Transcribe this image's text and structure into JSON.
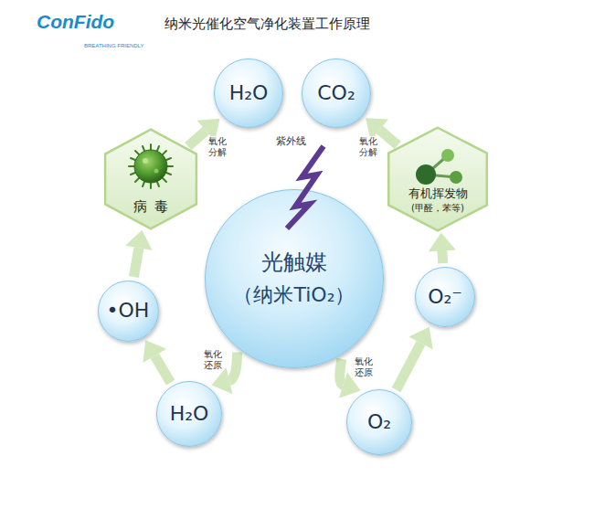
{
  "diagram": {
    "title": "纳米光催化空气净化装置工作原理",
    "nodes": [
      {
        "text": [
          "H₂O"
        ]
      },
      {
        "text": [
          "CO₂"
        ]
      },
      {
        "text": [
          "病毒"
        ]
      },
      {
        "text": [
          "有机挥发物",
          "(甲醛，苯等)"
        ]
      },
      {
        "text": [
          "光触媒",
          "（纳米TiO₂）"
        ]
      },
      {
        "text": [
          "•OH"
        ]
      },
      {
        "text": [
          "O₂⁻"
        ]
      },
      {
        "text": [
          "H₂O"
        ]
      },
      {
        "text": [
          "O₂"
        ]
      }
    ],
    "edges": [
      {
        "from": 2,
        "to": 0,
        "arrow": "to",
        "label": "氧化分解"
      },
      {
        "from": 3,
        "to": 1,
        "arrow": "to",
        "label": "氧化分解"
      },
      {
        "from": 5,
        "to": 2,
        "arrow": "to"
      },
      {
        "from": 6,
        "to": 3,
        "arrow": "to"
      },
      {
        "from": 7,
        "to": 5,
        "arrow": "to"
      },
      {
        "from": 8,
        "to": 6,
        "arrow": "to"
      },
      {
        "from": 4,
        "to": 7,
        "arrow": "to",
        "label": "氧化还原"
      },
      {
        "from": 4,
        "to": 8,
        "arrow": "to",
        "label": "氧化还原"
      }
    ],
    "labels": [
      "ConFido",
      "BREATHING FRIENDLY",
      "紫外线"
    ]
  }
}
